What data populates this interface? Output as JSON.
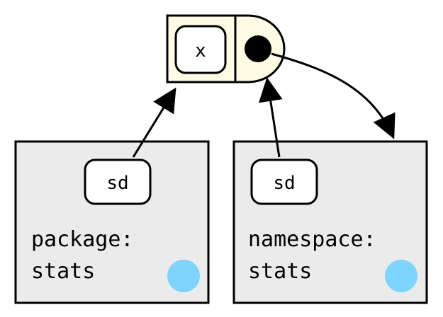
{
  "function_cell": {
    "formals_label": "x"
  },
  "package_env": {
    "binding_label": "sd",
    "name_line1": "package:",
    "name_line2": "stats"
  },
  "namespace_env": {
    "binding_label": "sd",
    "name_line1": "namespace:",
    "name_line2": "stats"
  },
  "colors": {
    "function_fill": "#fefce4",
    "env_fill": "#ebebeb",
    "env_marker": "#7dd4fc",
    "stroke": "#000000",
    "binding_fill": "#ffffff"
  }
}
